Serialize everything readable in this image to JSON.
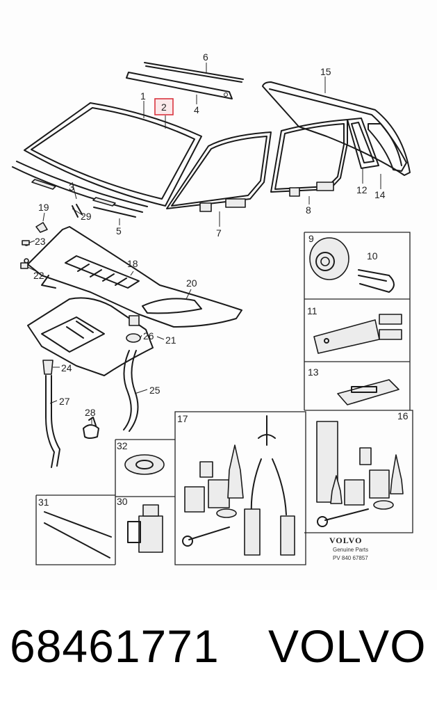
{
  "callouts": {
    "c1": "1",
    "c2": "2",
    "c3": "3",
    "c4": "4",
    "c5": "5",
    "c6": "6",
    "c7": "7",
    "c8": "8",
    "c9": "9",
    "c10": "10",
    "c11": "11",
    "c12": "12",
    "c13": "13",
    "c14": "14",
    "c15": "15",
    "c16": "16",
    "c17": "17",
    "c18": "18",
    "c19": "19",
    "c20": "20",
    "c21": "21",
    "c22": "22",
    "c23": "23",
    "c24": "24",
    "c25": "25",
    "c26": "26",
    "c27": "27",
    "c28": "28",
    "c29": "29",
    "c30": "30",
    "c31": "31",
    "c32": "32"
  },
  "highlight": {
    "callout": "2",
    "color": "#d9343f"
  },
  "brand_block": {
    "logo_text": "VOLVO",
    "line1": "Genuine Parts",
    "line2": "PV 840 67857"
  },
  "caption": {
    "part_number": "68461771",
    "brand": "VOLVO"
  }
}
